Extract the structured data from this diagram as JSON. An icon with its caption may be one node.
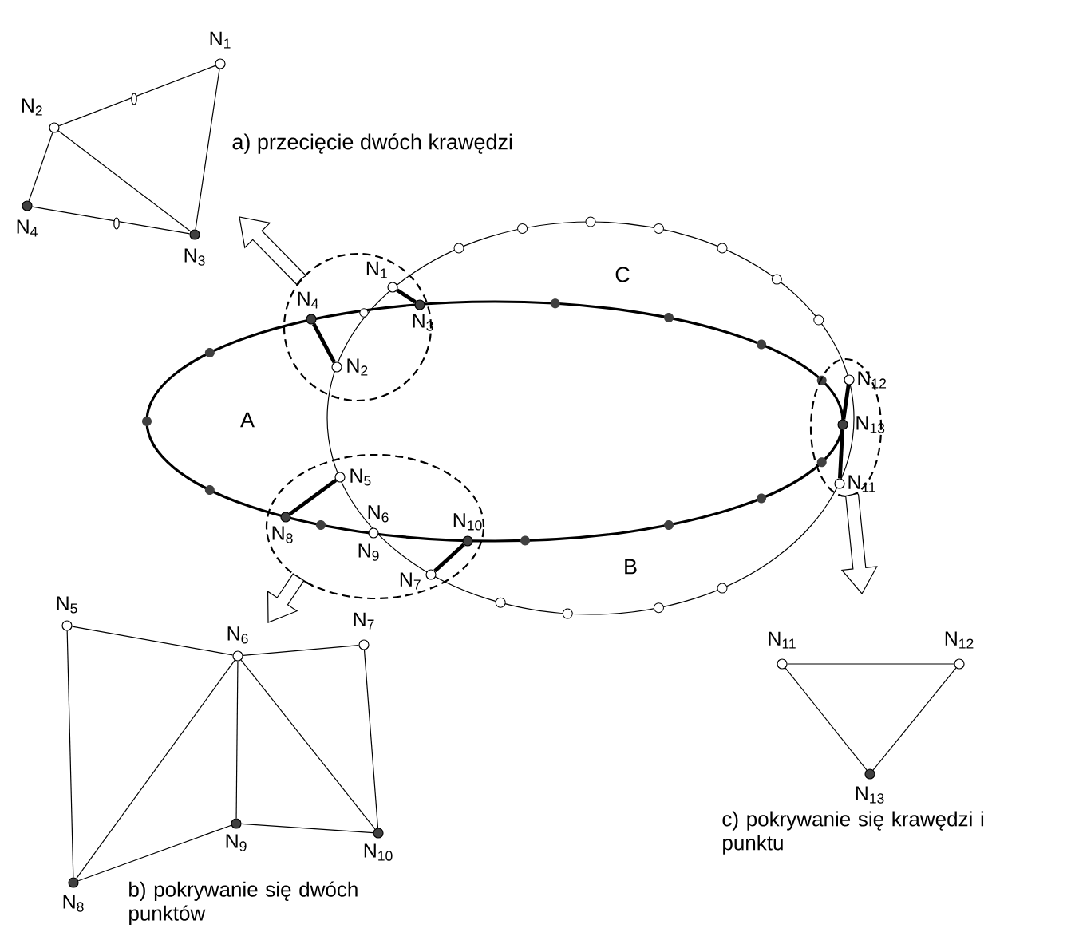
{
  "diagram": {
    "nodes": [
      {
        "text": [],
        "shape": "circle",
        "beside": [
          "N$_{1}$"
        ]
      },
      {
        "text": [],
        "shape": "circle",
        "beside": [
          "N$_{2}$"
        ]
      },
      {
        "text": [],
        "shape": "circle",
        "beside": [
          "N$_{4}$"
        ]
      },
      {
        "text": [],
        "shape": "circle",
        "beside": [
          "N$_{3}$"
        ]
      },
      {
        "text": [],
        "shape": "circle"
      },
      {
        "text": [],
        "shape": "circle",
        "beside": [
          "N$_{1}$"
        ],
        "in": 4
      },
      {
        "text": [],
        "shape": "circle",
        "beside": [
          "N$_{4}$"
        ],
        "in": 4
      },
      {
        "text": [],
        "shape": "circle",
        "beside": [
          "N$_{3}$"
        ],
        "in": 4
      },
      {
        "text": [],
        "shape": "circle",
        "beside": [
          "N$_{2}$"
        ],
        "in": 4
      },
      {
        "text": [],
        "shape": "circle"
      },
      {
        "text": [],
        "shape": "circle",
        "beside": [
          "N$_{12}$"
        ],
        "in": 9
      },
      {
        "text": [],
        "shape": "circle",
        "beside": [
          "N$_{13}$"
        ],
        "in": 9
      },
      {
        "text": [],
        "shape": "circle",
        "beside": [
          "N$_{11}$"
        ],
        "in": 9
      },
      {
        "text": [],
        "shape": "circle"
      },
      {
        "text": [],
        "shape": "circle",
        "beside": [
          "N$_{5}$"
        ],
        "in": 13
      },
      {
        "text": [],
        "shape": "circle",
        "beside": [
          "N$_{8}$"
        ],
        "in": 13
      },
      {
        "text": [],
        "shape": "circle",
        "beside": [
          "N$_{6}$",
          "N$_{9}$"
        ],
        "in": 13
      },
      {
        "text": [],
        "shape": "circle",
        "beside": [
          "N$_{10}$"
        ],
        "in": 13
      },
      {
        "text": [],
        "shape": "circle",
        "beside": [
          "N$_{7}$"
        ],
        "in": 13
      },
      {
        "text": [],
        "shape": "circle",
        "beside": [
          "N$_{5}$"
        ]
      },
      {
        "text": [],
        "shape": "circle",
        "beside": [
          "N$_{6}$"
        ]
      },
      {
        "text": [],
        "shape": "circle",
        "beside": [
          "N$_{7}$"
        ]
      },
      {
        "text": [],
        "shape": "circle",
        "beside": [
          "N$_{9}$"
        ]
      },
      {
        "text": [],
        "shape": "circle",
        "beside": [
          "N$_{10}$"
        ]
      },
      {
        "text": [],
        "shape": "circle",
        "beside": [
          "N$_{8}$"
        ]
      },
      {
        "text": [],
        "shape": "circle",
        "beside": [
          "N$_{11}$"
        ]
      },
      {
        "text": [],
        "shape": "circle",
        "beside": [
          "N$_{12}$"
        ]
      },
      {
        "text": [],
        "shape": "circle",
        "beside": [
          "N$_{13}$"
        ]
      }
    ],
    "edges": [
      {
        "from": 0,
        "to": 1,
        "arrow": "none"
      },
      {
        "from": 0,
        "to": 3,
        "arrow": "none"
      },
      {
        "from": 1,
        "to": 2,
        "arrow": "none"
      },
      {
        "from": 1,
        "to": 3,
        "arrow": "none"
      },
      {
        "from": 2,
        "to": 3,
        "arrow": "none"
      },
      {
        "from": 4,
        "to": null,
        "arrow": "to"
      },
      {
        "from": 5,
        "to": 7,
        "arrow": "none",
        "style": "thick"
      },
      {
        "from": 6,
        "to": 8,
        "arrow": "none",
        "style": "thick"
      },
      {
        "from": 10,
        "to": 11,
        "arrow": "none",
        "style": "thick"
      },
      {
        "from": 11,
        "to": 12,
        "arrow": "none",
        "style": "thick"
      },
      {
        "from": 9,
        "to": null,
        "arrow": "to"
      },
      {
        "from": 14,
        "to": 15,
        "arrow": "none",
        "style": "thick"
      },
      {
        "from": 17,
        "to": 18,
        "arrow": "none",
        "style": "thick"
      },
      {
        "from": 13,
        "to": null,
        "arrow": "to"
      },
      {
        "from": 19,
        "to": 20,
        "arrow": "none"
      },
      {
        "from": 20,
        "to": 21,
        "arrow": "none"
      },
      {
        "from": 19,
        "to": 24,
        "arrow": "none"
      },
      {
        "from": 20,
        "to": 24,
        "arrow": "none"
      },
      {
        "from": 20,
        "to": 22,
        "arrow": "none"
      },
      {
        "from": 20,
        "to": 23,
        "arrow": "none"
      },
      {
        "from": 21,
        "to": 23,
        "arrow": "none"
      },
      {
        "from": 22,
        "to": 24,
        "arrow": "none"
      },
      {
        "from": 22,
        "to": 23,
        "arrow": "none"
      },
      {
        "from": 25,
        "to": 26,
        "arrow": "none"
      },
      {
        "from": 25,
        "to": 27,
        "arrow": "none"
      },
      {
        "from": 26,
        "to": 27,
        "arrow": "none"
      }
    ],
    "labels": [
      "a) przecięcie dwóch krawędzi",
      "C",
      "A",
      "B",
      "b) pokrywanie się dwóch punktów",
      "c) pokrywanie się krawędzi i punktu"
    ]
  }
}
